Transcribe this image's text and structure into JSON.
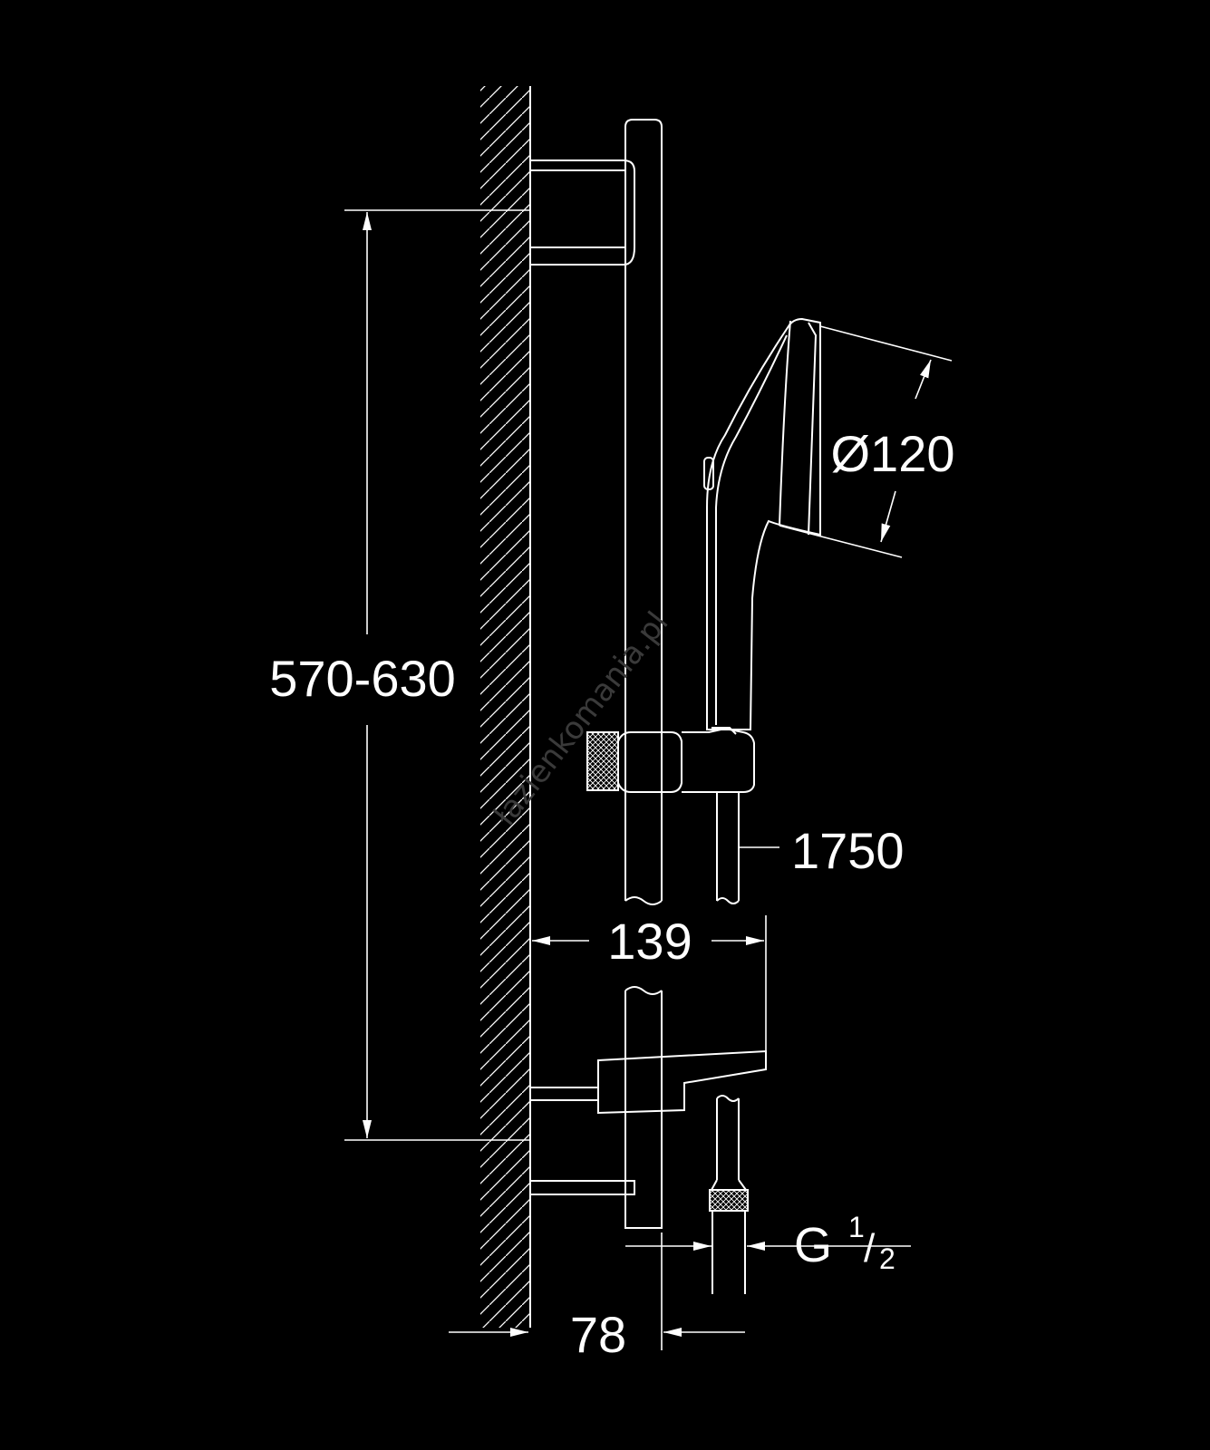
{
  "colors": {
    "background": "#000000",
    "line": "#ffffff"
  },
  "dimensions": {
    "height_range": "570-630",
    "head_diameter": "Ø120",
    "hose_length": "1750",
    "bar_projection": "139",
    "wall_offset": "78",
    "thread": {
      "letter": "G",
      "numerator": "1",
      "slash": "/",
      "denominator": "2"
    }
  },
  "watermark": "łazienkomania.pl"
}
